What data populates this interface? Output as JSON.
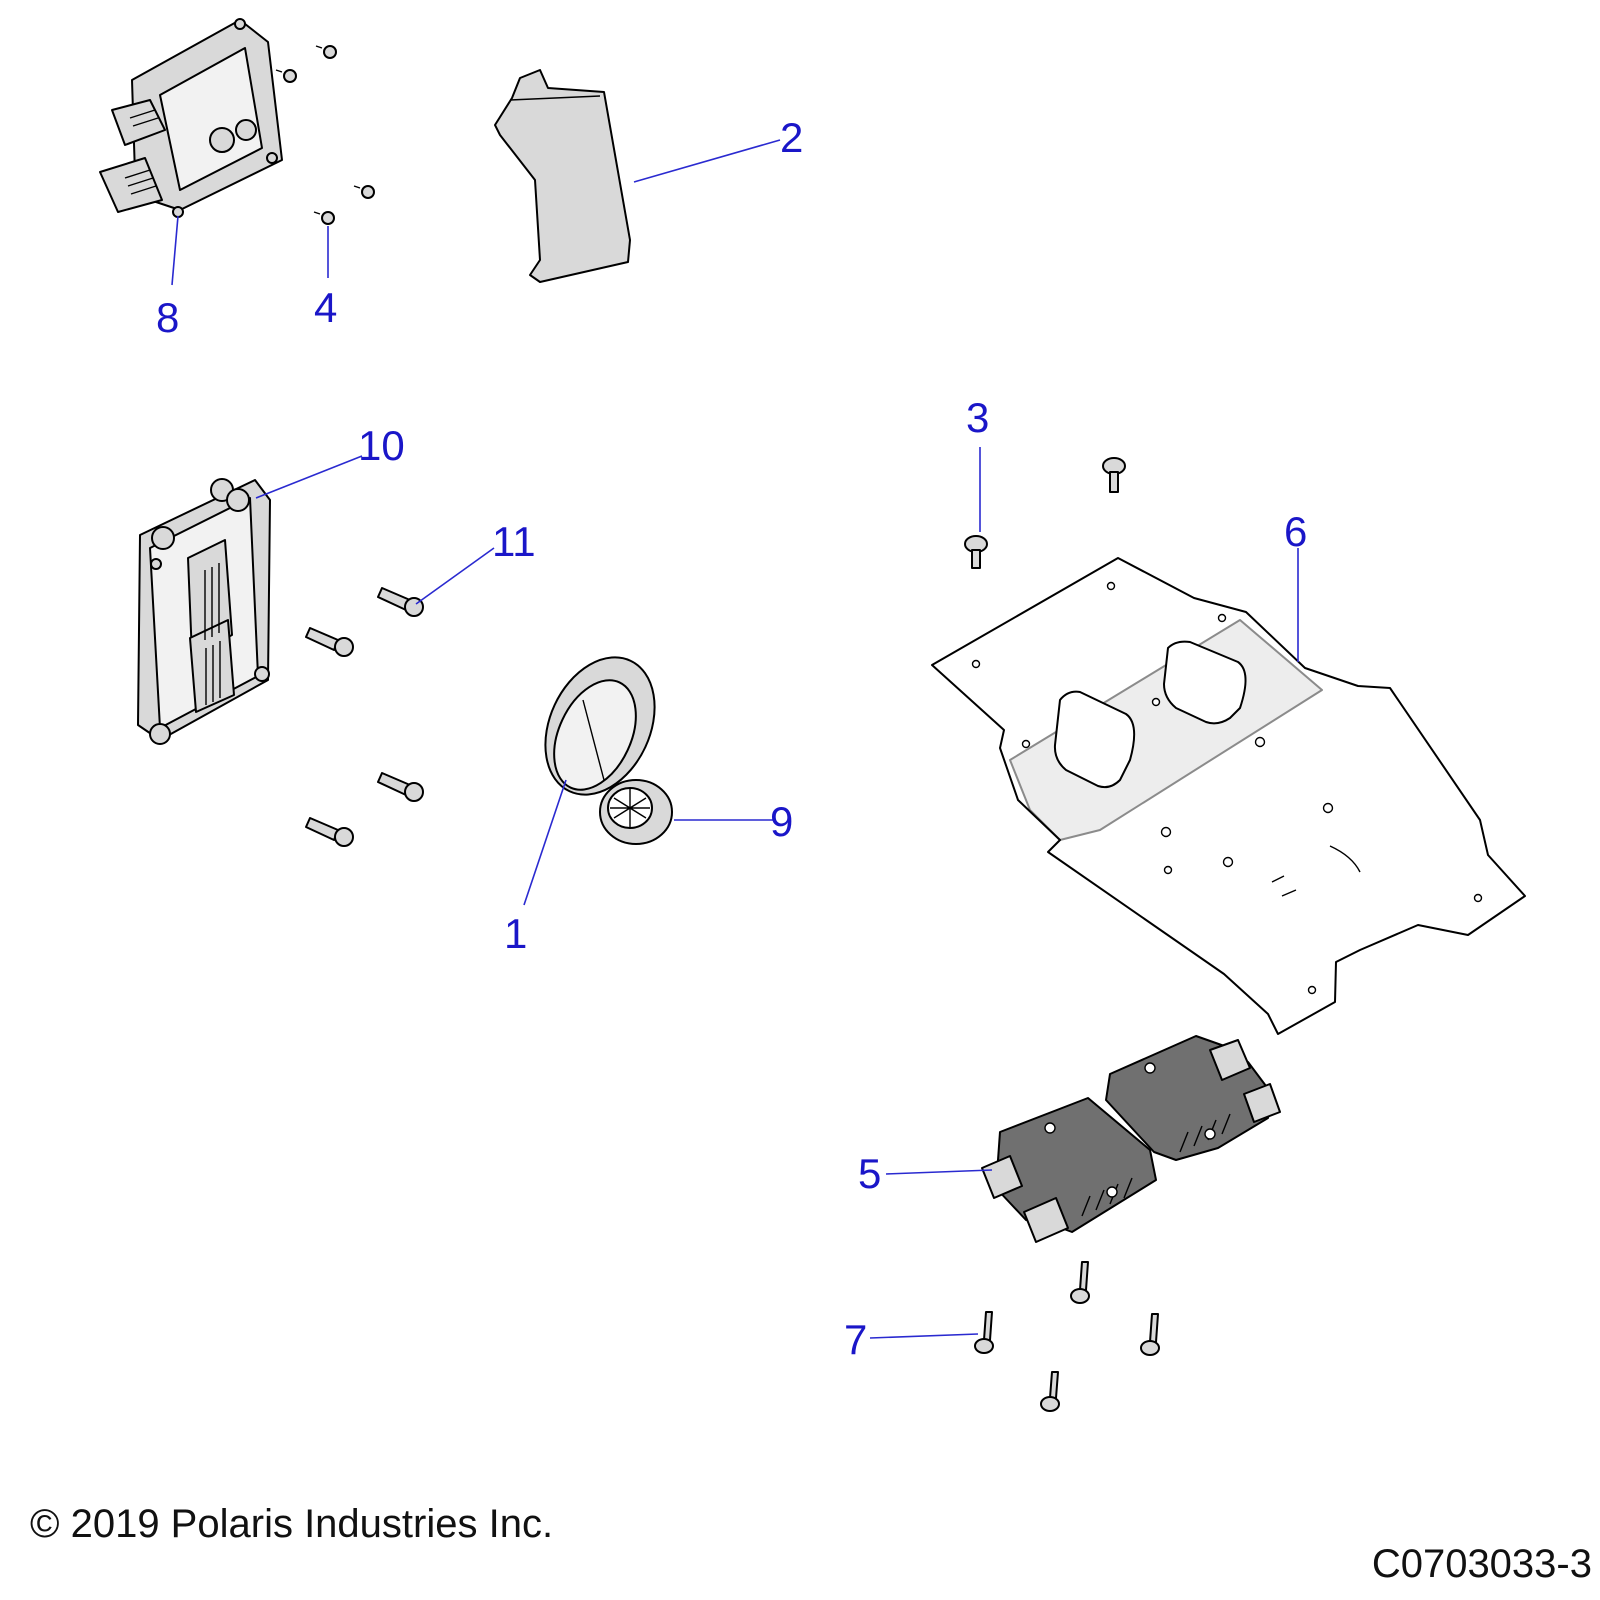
{
  "callouts": [
    {
      "id": "1",
      "label": "1"
    },
    {
      "id": "2",
      "label": "2"
    },
    {
      "id": "3",
      "label": "3"
    },
    {
      "id": "4",
      "label": "4"
    },
    {
      "id": "5",
      "label": "5"
    },
    {
      "id": "6",
      "label": "6"
    },
    {
      "id": "7",
      "label": "7"
    },
    {
      "id": "8",
      "label": "8"
    },
    {
      "id": "9",
      "label": "9"
    },
    {
      "id": "10",
      "label": "10"
    },
    {
      "id": "11",
      "label": "11"
    }
  ],
  "footer": {
    "copyright": "© 2019 Polaris Industries Inc.",
    "drawing_id": "C0703033-3"
  },
  "colors": {
    "callout": "#1a16c8",
    "leader": "#2a2ad0",
    "part_fill": "#d9d9d9",
    "dark_part_fill": "#707070",
    "outline": "#000000"
  }
}
